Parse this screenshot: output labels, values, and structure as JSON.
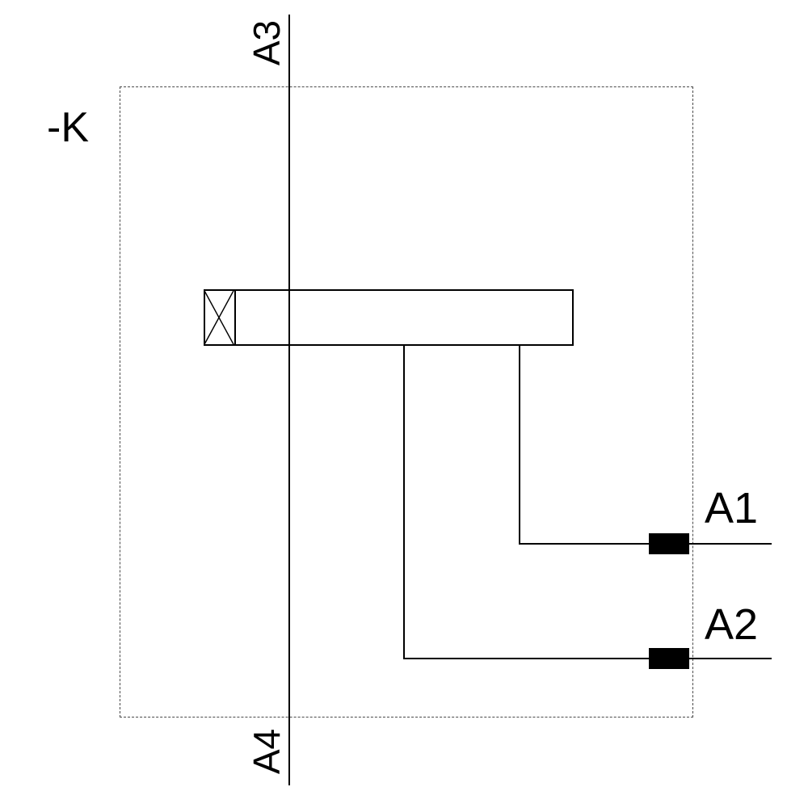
{
  "diagram": {
    "title": "relay-coil-schematic",
    "device_label": "-K",
    "terminals": {
      "a1": "A1",
      "a2": "A2",
      "a3": "A3",
      "a4": "A4"
    },
    "colors": {
      "line": "#000000",
      "background": "#ffffff",
      "dashed_border": "#4a4a4a",
      "terminal_pad_fill": "#000000"
    }
  }
}
